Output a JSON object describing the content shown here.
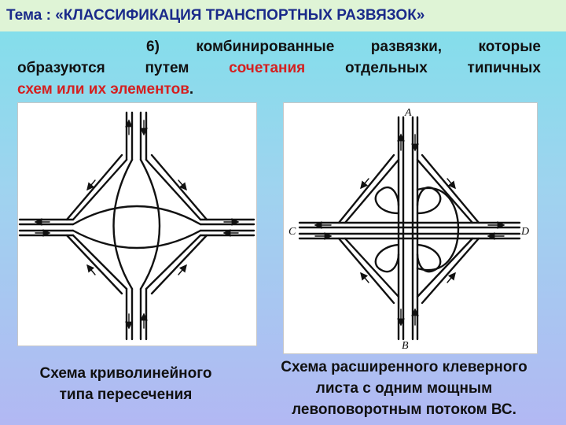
{
  "header": {
    "title": "Тема : «КЛАССИФИКАЦИЯ ТРАНСПОРТНЫХ РАЗВЯЗОК»"
  },
  "body": {
    "line1": [
      "6)",
      "комбинированные",
      "развязки,",
      "которые"
    ],
    "line2_before": [
      "образуются",
      "путем"
    ],
    "line2_highlight": "сочетания",
    "line2_after": [
      "отдельных",
      "типичных"
    ],
    "line3_highlight": "схем или их элементов",
    "line3_end": "."
  },
  "figures": {
    "left": {
      "caption_lines": [
        "Схема криволинейного",
        "типа пересечения"
      ]
    },
    "right": {
      "caption_lines": [
        "Схема расширенного клеверного",
        "листа с одним мощным",
        "левоповоротным потоком ВС."
      ],
      "labels": {
        "top": "A",
        "bottom": "B",
        "left": "C",
        "right": "D"
      }
    }
  },
  "colors": {
    "title_bg": "#dff4d6",
    "title_text": "#1a2a8a",
    "highlight": "#d42020"
  }
}
